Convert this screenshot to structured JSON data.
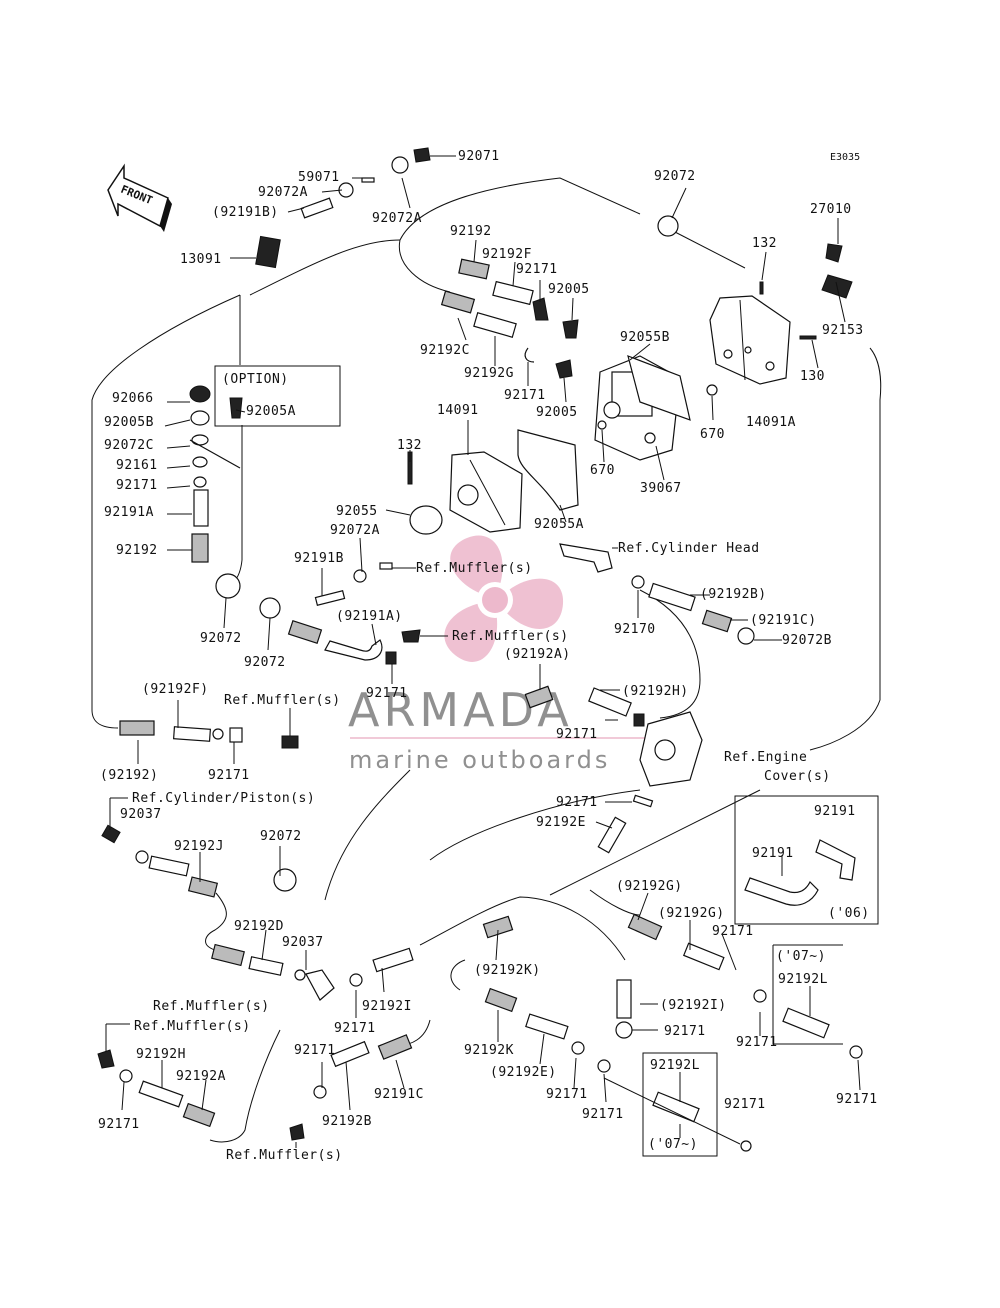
{
  "diagram_code": "E3035",
  "front_label": "FRONT",
  "option_box_title": "(OPTION)",
  "watermark": {
    "brand": "ARMADA",
    "tagline": "marine outboards",
    "accent_color": "#e8a7bf",
    "text_color": "#6b6b6b"
  },
  "labels": {
    "p92071": "92071",
    "p59071": "59071",
    "p92072A_1": "92072A",
    "p92191B_1": "(92191B)",
    "p92072A_2": "92072A",
    "p13091": "13091",
    "p92072_1": "92072",
    "p27010": "27010",
    "p132_1": "132",
    "p92153": "92153",
    "p130": "130",
    "p14091A": "14091A",
    "p92192_1": "92192",
    "p92192F_1": "92192F",
    "p92171_1": "92171",
    "p92005_1": "92005",
    "p92055B": "92055B",
    "p92192C": "92192C",
    "p92192G_1": "92192G",
    "p92171_2": "92171",
    "p92005_2": "92005",
    "p670_1": "670",
    "p670_2": "670",
    "p39067": "39067",
    "p14091": "14091",
    "p132_2": "132",
    "p92055": "92055",
    "p92055A": "92055A",
    "p92072A_3": "92072A",
    "p92066": "92066",
    "p92005B": "92005B",
    "p92005A": "92005A",
    "p92072C": "92072C",
    "p92161": "92161",
    "p92171_3": "92171",
    "p92191A_1": "92191A",
    "p92192_2": "92192",
    "p92072_2": "92072",
    "p92072_3": "92072",
    "p92191B_2": "92191B",
    "ref_muffler_1": "Ref.Muffler(s)",
    "ref_cyl_head": "Ref.Cylinder Head",
    "p92192B_1": "(92192B)",
    "p92170": "92170",
    "p92191C_1": "(92191C)",
    "p92072B": "92072B",
    "p92191A_2": "(92191A)",
    "ref_muffler_2": "Ref.Muffler(s)",
    "p92192A_1": "(92192A)",
    "p92171_4": "92171",
    "p92192F_2": "(92192F)",
    "ref_muffler_3": "Ref.Muffler(s)",
    "p92192H_1": "(92192H)",
    "p92171_5": "92171",
    "p92192_3": "(92192)",
    "p92171_6": "92171",
    "ref_engine_cover_1": "Ref.Engine",
    "ref_engine_cover_2": "Cover(s)",
    "p92191_box": "92191",
    "p92191_2": "92191",
    "p06_1": "('06)",
    "ref_cyl_piston": "Ref.Cylinder/Piston(s)",
    "p92037_1": "92037",
    "p92171_7": "92171",
    "p92192E_1": "92192E",
    "p92192J": "92192J",
    "p92072_4": "92072",
    "p92192G_2": "(92192G)",
    "p92192G_3": "(92192G)",
    "p92171_8": "92171",
    "p92192D": "92192D",
    "p92037_2": "92037",
    "p92192K_1": "(92192K)",
    "p07_1": "('07~)",
    "p92192L_1": "92192L",
    "ref_muffler_4": "Ref.Muffler(s)",
    "ref_muffler_5": "Ref.Muffler(s)",
    "p92171_9": "92171",
    "p92192I_1": "92192I",
    "p92192I_2": "(92192I)",
    "p92171_10": "92171",
    "p92171_11": "92171",
    "p92192H_2": "92192H",
    "p92192A_2": "92192A",
    "p92171_12": "92171",
    "p92192B_2": "92192B",
    "p92191C_2": "92191C",
    "p92192K_2": "92192K",
    "p92192E_2": "(92192E)",
    "p92171_13": "92171",
    "p92171_14": "92171",
    "p92192L_2": "92192L",
    "p92171_15": "92171",
    "p07_2": "('07~)",
    "p92171_16": "92171",
    "p92171_17": "92171",
    "ref_muffler_6": "Ref.Muffler(s)"
  }
}
